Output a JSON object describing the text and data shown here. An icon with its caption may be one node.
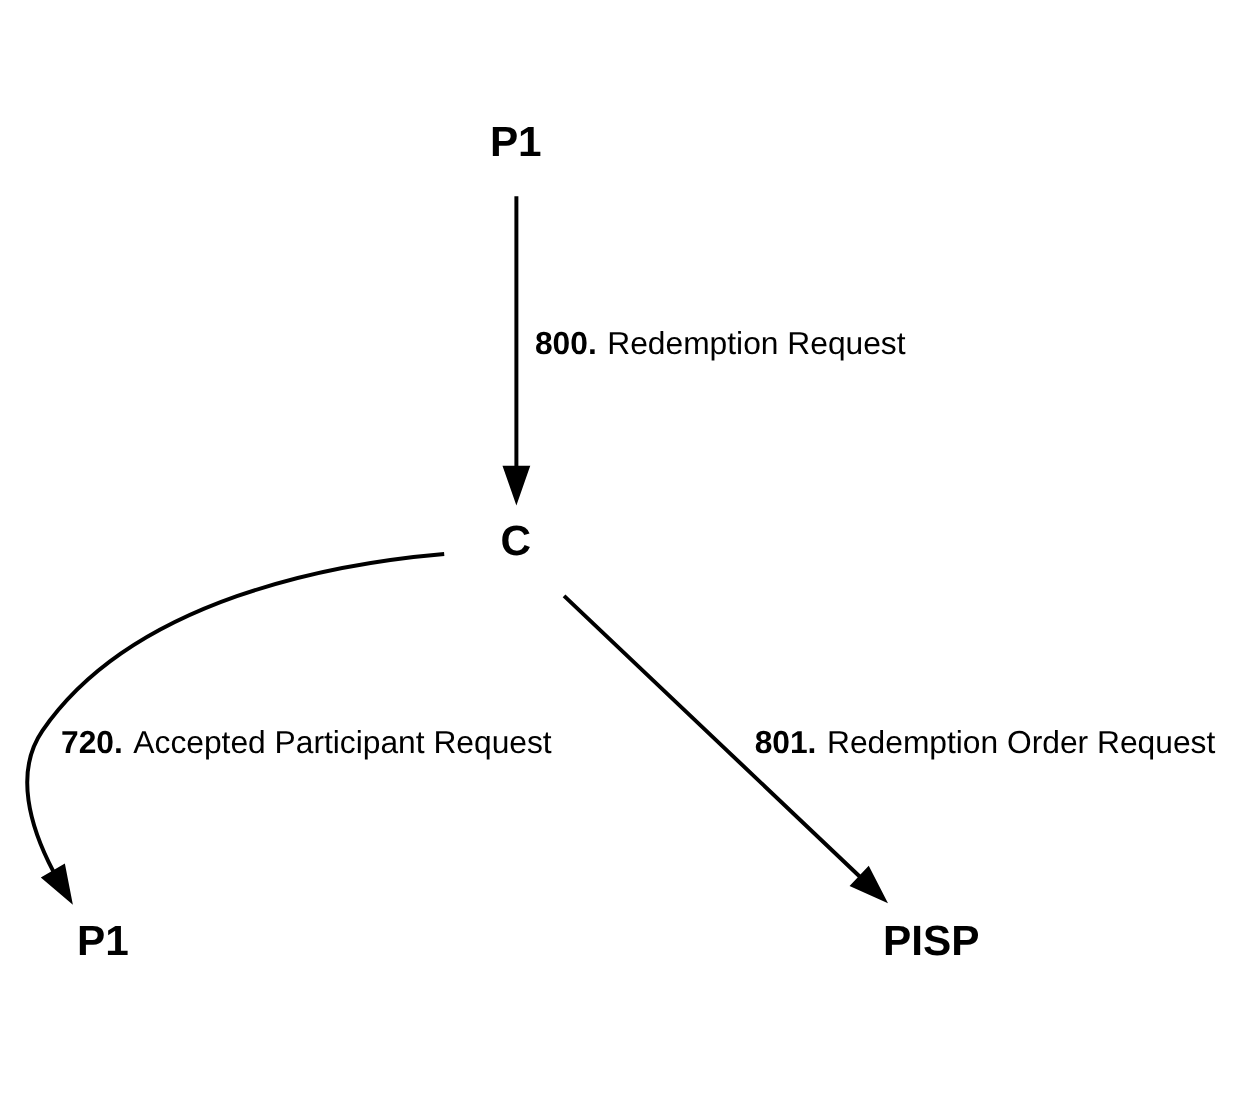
{
  "diagram": {
    "nodes": [
      {
        "text": [
          "P1"
        ]
      },
      {
        "text": [
          "C"
        ]
      },
      {
        "text": [
          "P1"
        ]
      },
      {
        "text": [
          "PISP"
        ]
      }
    ],
    "edges": [
      {
        "from": 0,
        "to": 1,
        "arrow": "to",
        "label": "**800.** Redemption Request"
      },
      {
        "from": 1,
        "to": 2,
        "arrow": "to",
        "label": "**720.** Accepted Participant Request"
      },
      {
        "from": 1,
        "to": 3,
        "arrow": "to",
        "label": "**801.** Redemption Order Request"
      }
    ]
  }
}
